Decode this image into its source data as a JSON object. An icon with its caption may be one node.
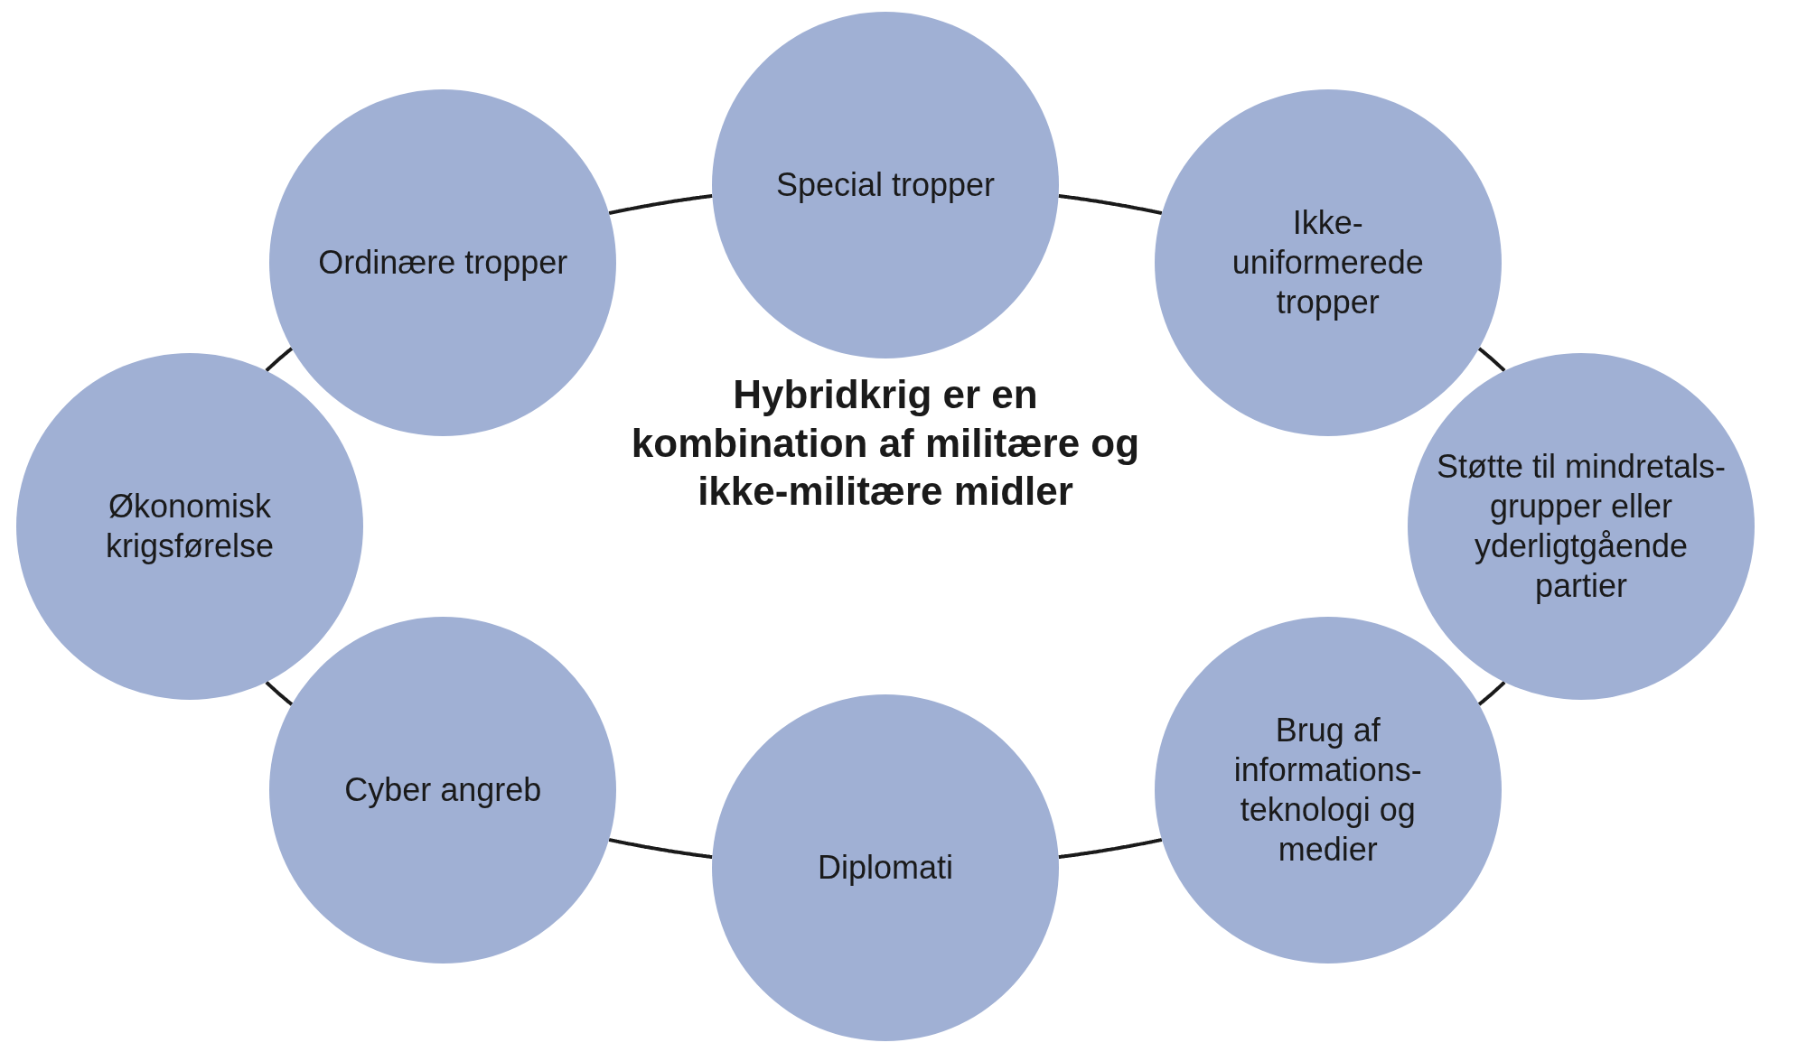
{
  "diagram": {
    "nodes": [
      {
        "text": [
          "Special tropper"
        ]
      },
      {
        "text": [
          "Ordinære tropper"
        ]
      },
      {
        "text": [
          "Ikke-uniformerede tropper"
        ]
      },
      {
        "text": [
          "Økonomisk krigsførelse"
        ]
      },
      {
        "text": [
          "Støtte til mindretals-grupper eller yderligtgående partier"
        ]
      },
      {
        "text": [
          "Cyber angreb"
        ]
      },
      {
        "text": [
          "Brug af informations-teknologi og medier"
        ]
      },
      {
        "text": [
          "Diplomati"
        ]
      }
    ],
    "edges": [
      {
        "from": 0,
        "to": 2,
        "arrow": "none"
      },
      {
        "from": 2,
        "to": 4,
        "arrow": "none"
      },
      {
        "from": 4,
        "to": 6,
        "arrow": "none"
      },
      {
        "from": 6,
        "to": 7,
        "arrow": "none"
      },
      {
        "from": 7,
        "to": 5,
        "arrow": "none"
      },
      {
        "from": 5,
        "to": 3,
        "arrow": "none"
      },
      {
        "from": 3,
        "to": 1,
        "arrow": "none"
      },
      {
        "from": 1,
        "to": 0,
        "arrow": "none"
      }
    ],
    "labels": [
      "Hybridkrig er en kombination af militære og ikke-militære midler"
    ]
  }
}
